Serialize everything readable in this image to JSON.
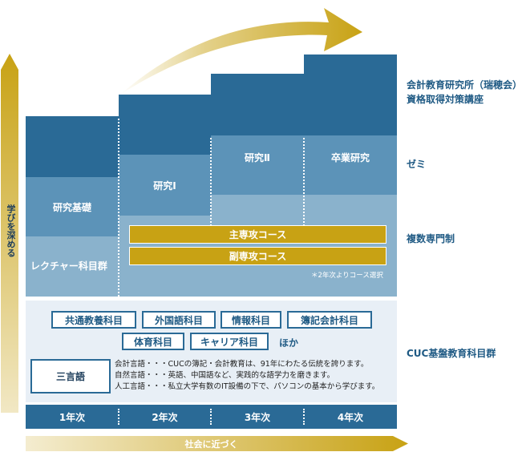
{
  "left_arrow": {
    "label": "学びを深める"
  },
  "bottom_arrow": {
    "label": "社会に近づく"
  },
  "stairs": {
    "kenkyu_kiso": "研究基礎",
    "kenkyu_1": "研究Ⅰ",
    "kenkyu_2": "研究Ⅱ",
    "sotsugyo": "卒業研究",
    "lecture": "レクチャー科目群"
  },
  "courses": {
    "main": "主専攻コース",
    "sub": "副専攻コース",
    "note": "＊2年次よりコース選択"
  },
  "side_labels": {
    "institute_line1": "会計教育研究所（瑞穂会）",
    "institute_line2": "資格取得対策講座",
    "seminar": "ゼミ",
    "multiple_major": "複数専門制",
    "cuc_base": "CUC基盤教育科目群"
  },
  "base": {
    "chips_row1": [
      "共通教養科目",
      "外国語科目",
      "情報科目",
      "簿記会計科目"
    ],
    "chips_row2": [
      "体育科目",
      "キャリア科目"
    ],
    "others": "ほか",
    "three_lang": "三言語",
    "desc": [
      "会計言語・・・CUCの簿記・会計教育は、91年にわたる伝統を誇ります。",
      "自然言語・・・英語、中国語など、実践的な語学力を磨きます。",
      "人工言語・・・私立大学有数のIT設備の下で、パソコンの基本から学びます。"
    ]
  },
  "years": [
    "1年次",
    "2年次",
    "3年次",
    "4年次"
  ],
  "colors": {
    "dark_blue": "#2a6a96",
    "mid_blue": "#5c93b8",
    "light_blue": "#8ab2cc",
    "gold": "#c8a214",
    "pale": "#e8eff6"
  }
}
